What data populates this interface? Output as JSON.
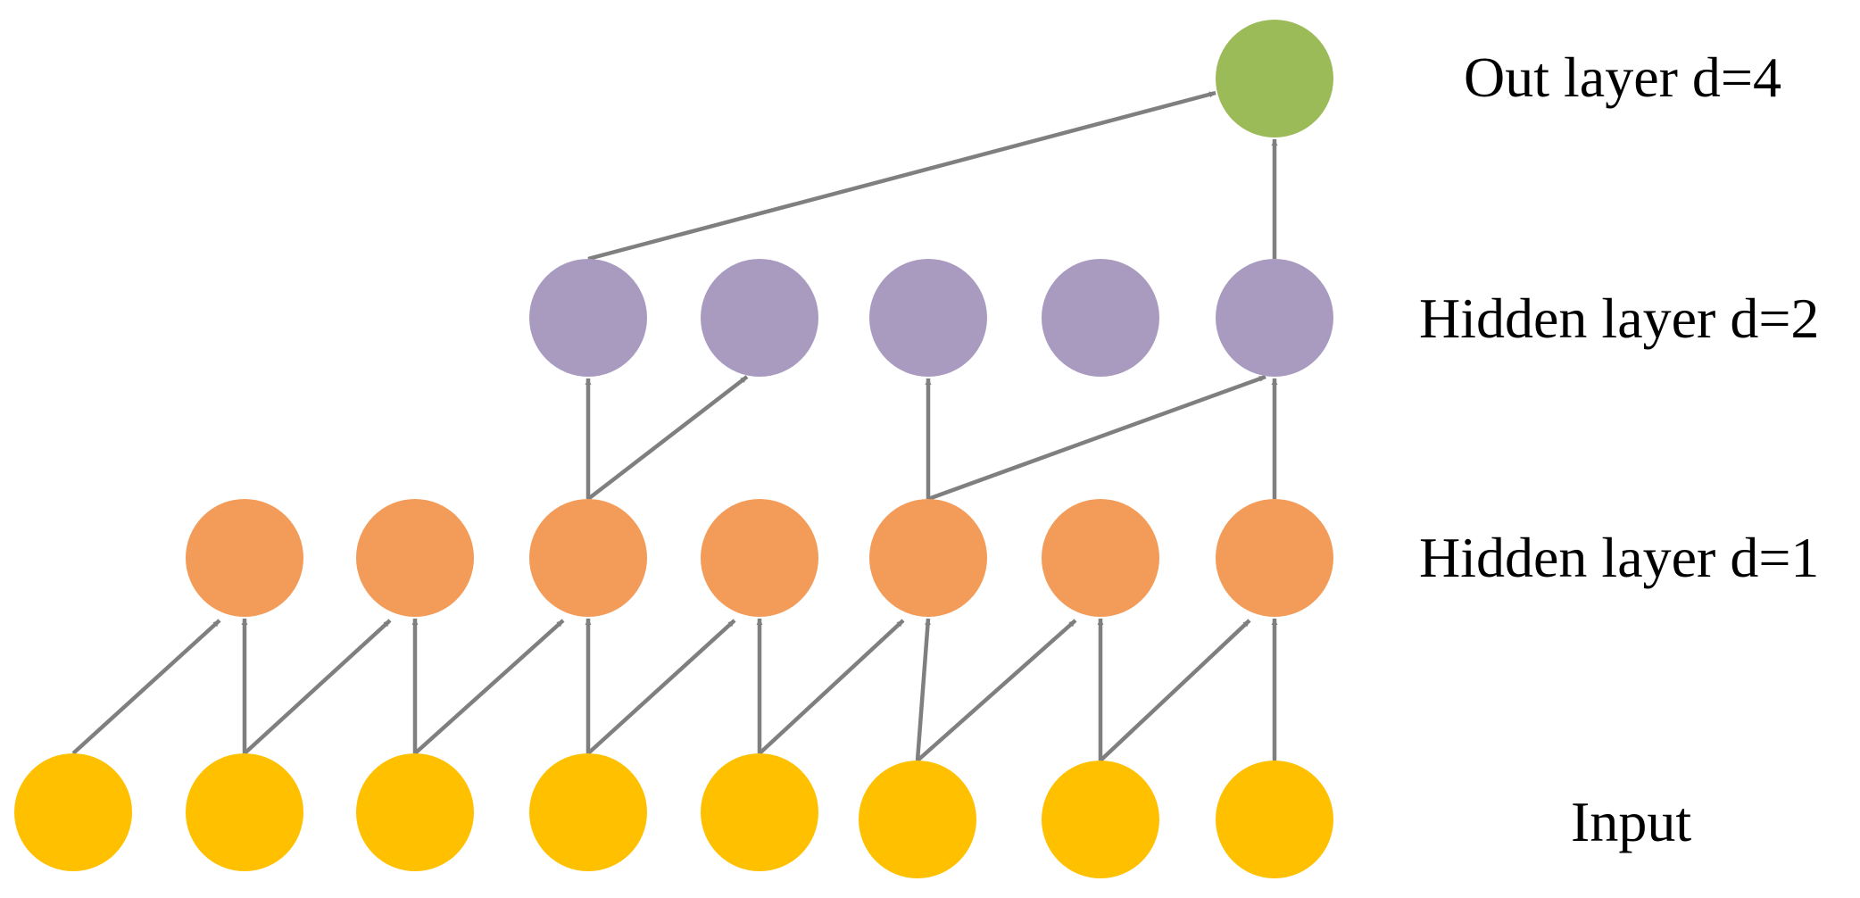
{
  "layers": [
    {
      "id": "out",
      "label": "Out layer d=4",
      "color": "#9bbb59"
    },
    {
      "id": "hidden2",
      "label": "Hidden layer d=2",
      "color": "#a99bc0"
    },
    {
      "id": "hidden1",
      "label": "Hidden layer d=1",
      "color": "#f39b58"
    },
    {
      "id": "input",
      "label": "Input",
      "color": "#ffc000"
    }
  ],
  "edge_color": "#7f7f7f"
}
